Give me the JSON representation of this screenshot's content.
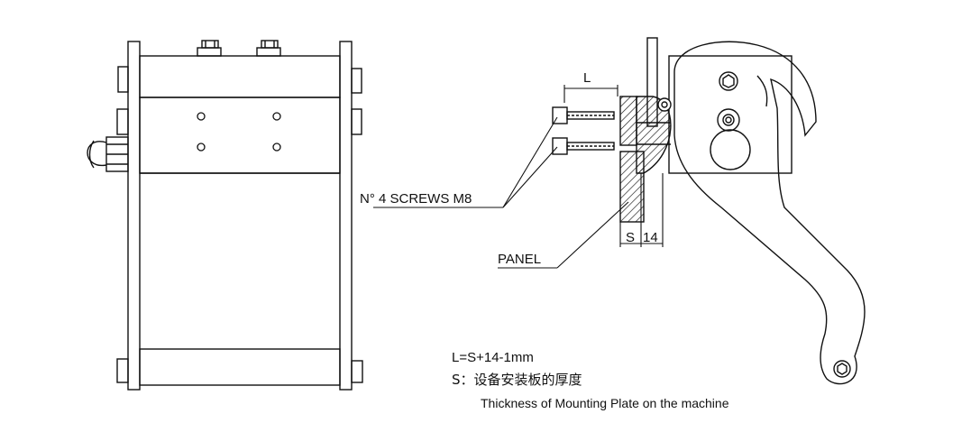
{
  "labels": {
    "screws": "N° 4 SCREWS M8",
    "panel": "PANEL",
    "dim_L": "L",
    "dim_S": "S",
    "dim_14": "14"
  },
  "notes": {
    "formula": "L=S+14-1mm",
    "s_definition_cn": "S：设备安装板的厚度",
    "s_definition_en": "Thickness of Mounting Plate on the machine"
  },
  "colors": {
    "line": "#111111",
    "background": "#ffffff"
  }
}
